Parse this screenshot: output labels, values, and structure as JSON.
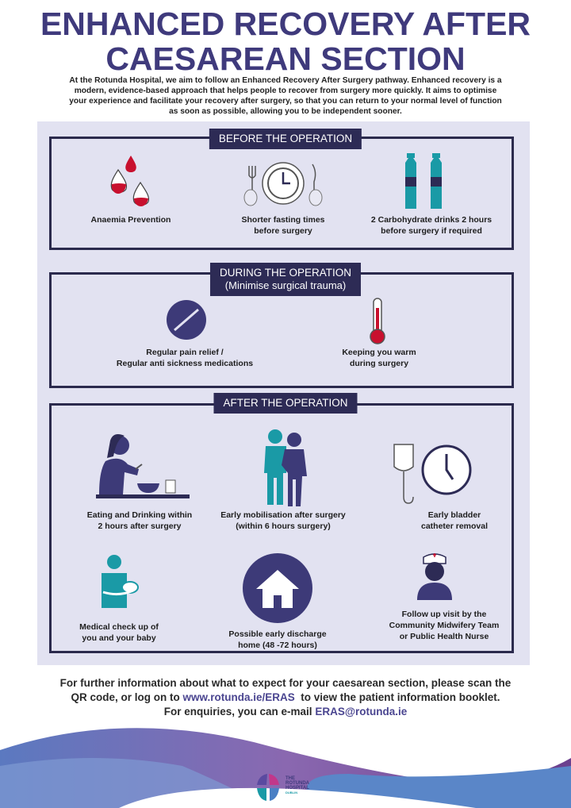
{
  "title_line1": "ENHANCED RECOVERY AFTER",
  "title_line2": "CAESAREAN SECTION",
  "intro": "At the Rotunda Hospital, we aim to follow an Enhanced Recovery After Surgery pathway. Enhanced recovery is a modern, evidence-based approach that helps people to recover from surgery more quickly. It aims to optimise your experience and facilitate your recovery after surgery, so that you can return to your normal level of function as soon as possible, allowing you to be independent sooner.",
  "before": {
    "label": "BEFORE THE OPERATION",
    "items": [
      {
        "l1": "Anaemia Prevention",
        "l2": "",
        "icon": "blood-drops-icon"
      },
      {
        "l1": "Shorter fasting times",
        "l2": "before surgery",
        "icon": "clock-cutlery-icon"
      },
      {
        "l1": "2 Carbohydrate drinks 2 hours",
        "l2": "before surgery if required",
        "icon": "bottles-icon"
      }
    ]
  },
  "during": {
    "label": "DURING THE OPERATION",
    "sub": "(Minimise surgical trauma)",
    "items": [
      {
        "l1": "Regular pain relief /",
        "l2": "Regular anti sickness medications",
        "icon": "pill-icon"
      },
      {
        "l1": "Keeping you warm",
        "l2": "during surgery",
        "icon": "thermometer-icon"
      }
    ]
  },
  "after": {
    "label": "AFTER THE OPERATION",
    "items": [
      {
        "l1": "Eating and Drinking within",
        "l2": "2 hours after surgery",
        "l3": "",
        "icon": "eating-person-icon"
      },
      {
        "l1": "Early mobilisation after surgery",
        "l2": "(within 6 hours surgery)",
        "l3": "",
        "icon": "walking-support-icon"
      },
      {
        "l1": "Early bladder",
        "l2": "catheter removal",
        "l3": "",
        "icon": "catheter-clock-icon"
      },
      {
        "l1": "Medical check up of",
        "l2": "you and your baby",
        "l3": "",
        "icon": "mother-baby-icon"
      },
      {
        "l1": "Possible early discharge",
        "l2": "home  (48 -72 hours)",
        "l3": "",
        "icon": "house-icon"
      },
      {
        "l1": "Follow up visit by the",
        "l2": "Community Midwifery Team",
        "l3": "or Public Health Nurse",
        "icon": "nurse-icon"
      }
    ]
  },
  "footer": {
    "line1": "For further information about what to expect for your caesarean section, please scan the",
    "line2a": "QR code, or log on to ",
    "link": "www.rotunda.ie/ERAS",
    "line2b": "  to view the patient information booklet.",
    "line3a": "For enquiries, you can e-mail ",
    "email": "ERAS@rotunda.ie"
  },
  "logo": {
    "l1": "THE",
    "l2": "ROTUNDA",
    "l3": "HOSPITAL",
    "l4": "DUBLIN"
  },
  "colors": {
    "title": "#3f3a7c",
    "navy": "#2d2b55",
    "panel": "#e2e2f1",
    "teal": "#1a9aa6",
    "red": "#c8102e"
  }
}
